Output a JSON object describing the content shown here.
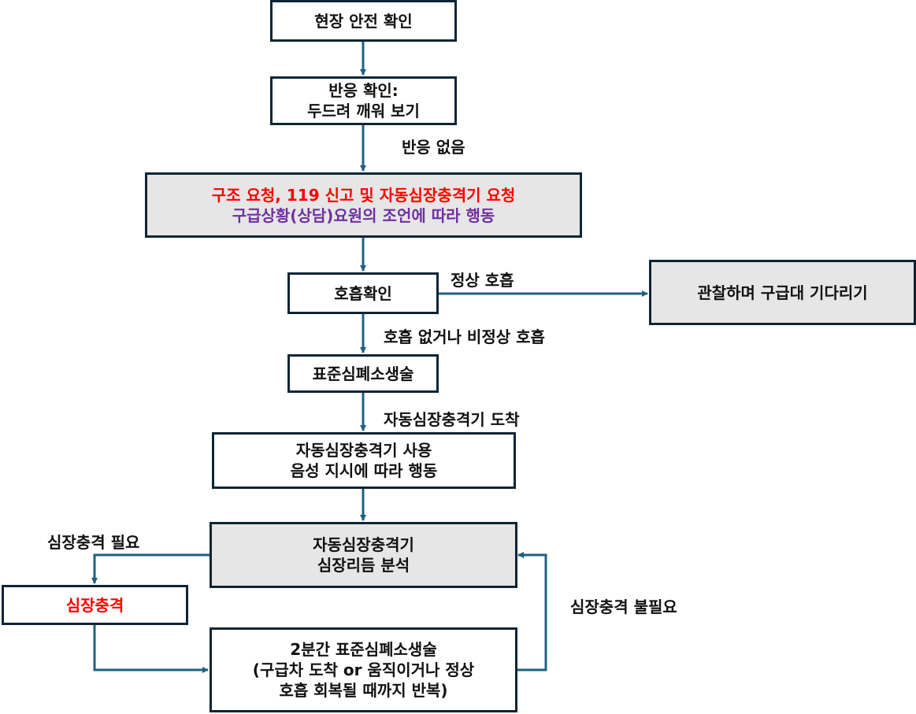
{
  "nodes": {
    "check_scene": "현장 안전 확인",
    "check_response": [
      "반응 확인:",
      "두드려 깨워 보기"
    ],
    "call_help": [
      "구조 요청, 119 신고 및 자동심장충격기 요청",
      "구급상황(상담)요원의 조언에 따라 행동"
    ],
    "check_breathing": "호흡확인",
    "observe_wait": "관찰하며 구급대 기다리기",
    "standard_cpr": "표준심폐소생술",
    "use_aed": [
      "자동심장충격기 사용",
      "음성 지시에 따라 행동"
    ],
    "aed_analyze": [
      "자동심장충격기",
      "심장리듬 분석"
    ],
    "shock": "심장충격",
    "cpr_2min": [
      "2분간 표준심폐소생술",
      "(구급차 도착 or 움직이거나 정상",
      "호흡 회복될 때까지 반복)"
    ]
  },
  "edges": {
    "no_response": "반응 없음",
    "normal_breathing": "정상 호흡",
    "abnormal_breathing": "호흡 없거나 비정상 호흡",
    "aed_arrival": "자동심장충격기 도착",
    "shock_needed": "심장충격 필요",
    "shock_not_needed": "심장충격 불필요"
  },
  "colors": {
    "red": "#ff0000",
    "purple": "#7030a0",
    "arrow": "#1f6082",
    "border": "#0d2535",
    "gray": "#e6e6e6"
  }
}
